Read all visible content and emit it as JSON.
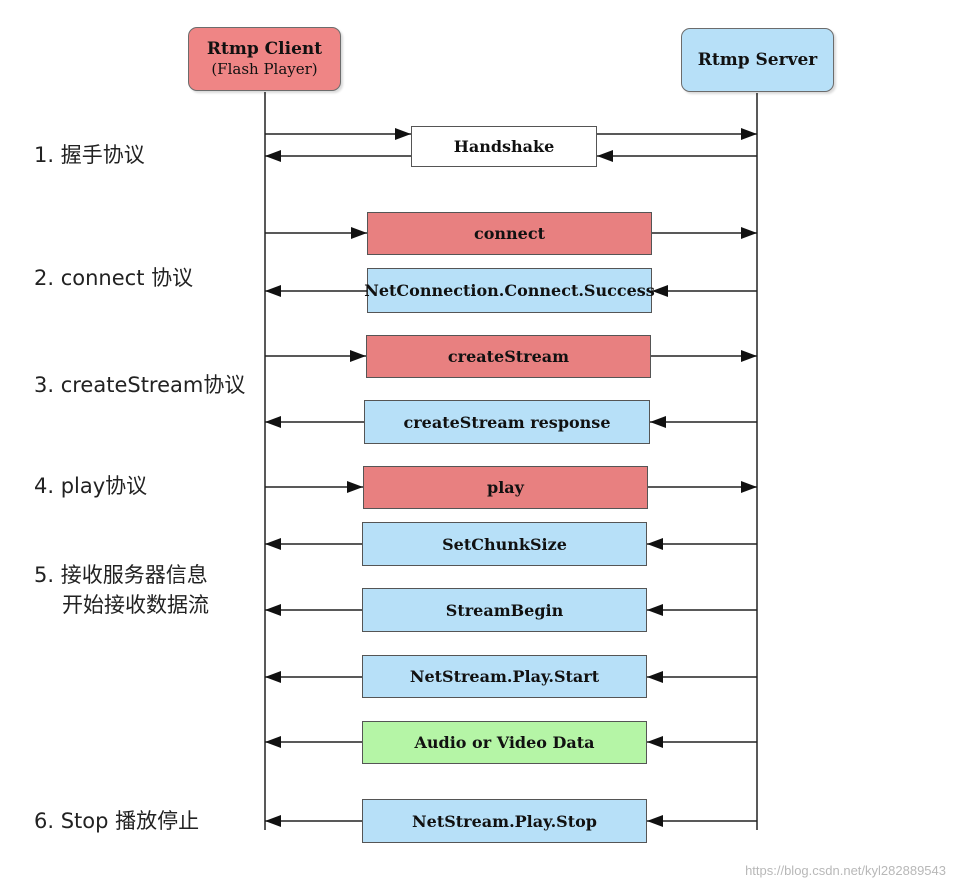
{
  "actors": {
    "client": {
      "line1": "Rtmp Client",
      "line2": "(Flash Player)",
      "color": "#ef8585"
    },
    "server": {
      "line1": "Rtmp Server",
      "color": "#b7e0f8"
    }
  },
  "colors": {
    "client_msg": "#e88080",
    "server_msg": "#b7e0f8",
    "handshake": "#ffffff",
    "data_msg": "#b5f5a6",
    "line": "#222222"
  },
  "steps": [
    {
      "line1": "1. 握手协议"
    },
    {
      "line1": "2. connect 协议"
    },
    {
      "line1": "3. createStream协议"
    },
    {
      "line1": "4. play协议"
    },
    {
      "line1": "5. 接收服务器信息",
      "line2": "开始接收数据流"
    },
    {
      "line1": "6. Stop 播放停止"
    }
  ],
  "messages": [
    {
      "label": "Handshake",
      "direction": "both",
      "style": "handshake"
    },
    {
      "label": "connect",
      "direction": "to_server",
      "style": "client_msg"
    },
    {
      "label": "NetConnection.Connect.Success",
      "direction": "to_client",
      "style": "server_msg"
    },
    {
      "label": "createStream",
      "direction": "to_server",
      "style": "client_msg"
    },
    {
      "label": "createStream response",
      "direction": "to_client",
      "style": "server_msg"
    },
    {
      "label": "play",
      "direction": "to_server",
      "style": "client_msg"
    },
    {
      "label": "SetChunkSize",
      "direction": "to_client",
      "style": "server_msg"
    },
    {
      "label": "StreamBegin",
      "direction": "to_client",
      "style": "server_msg"
    },
    {
      "label": "NetStream.Play.Start",
      "direction": "to_client",
      "style": "server_msg"
    },
    {
      "label": "Audio or Video Data",
      "direction": "to_client",
      "style": "data_msg"
    },
    {
      "label": "NetStream.Play.Stop",
      "direction": "to_client",
      "style": "server_msg"
    }
  ],
  "watermark": "https://blog.csdn.net/kyl282889543"
}
